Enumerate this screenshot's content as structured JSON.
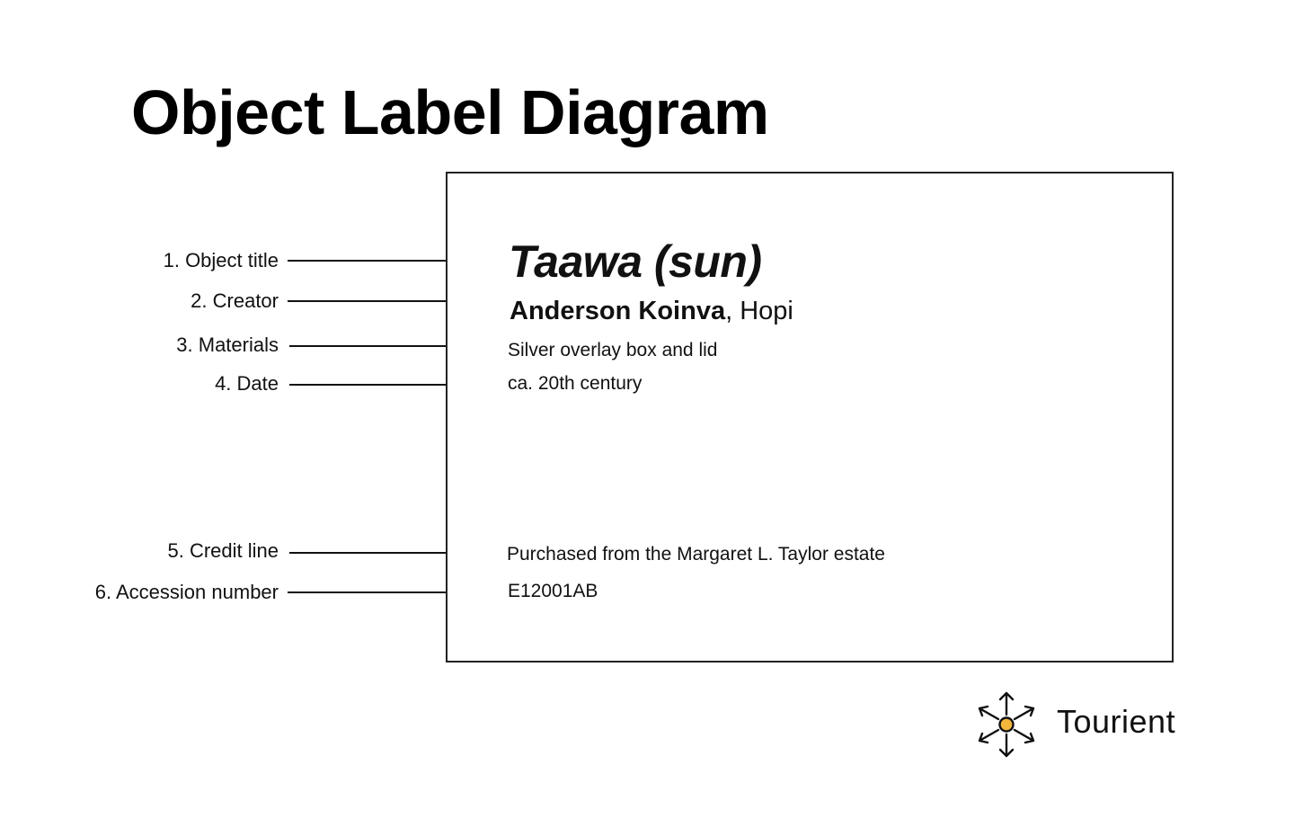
{
  "page": {
    "title": "Object Label Diagram"
  },
  "callouts": [
    {
      "label": "1. Object title"
    },
    {
      "label": "2. Creator"
    },
    {
      "label": "3. Materials"
    },
    {
      "label": "4. Date"
    },
    {
      "label": "5. Credit line"
    },
    {
      "label": "6. Accession number"
    }
  ],
  "object_label": {
    "title": "Taawa (sun)",
    "creator_name": "Anderson Koinva",
    "creator_affiliation": ", Hopi",
    "materials": "Silver overlay box and lid",
    "date": "ca. 20th century",
    "credit_line": "Purchased from the Margaret L. Taylor estate",
    "accession_number": "E12001AB"
  },
  "brand": {
    "name": "Tourient",
    "icon": "compass-arrows-icon",
    "accent_color": "#f2b63a",
    "ink_color": "#111111"
  }
}
